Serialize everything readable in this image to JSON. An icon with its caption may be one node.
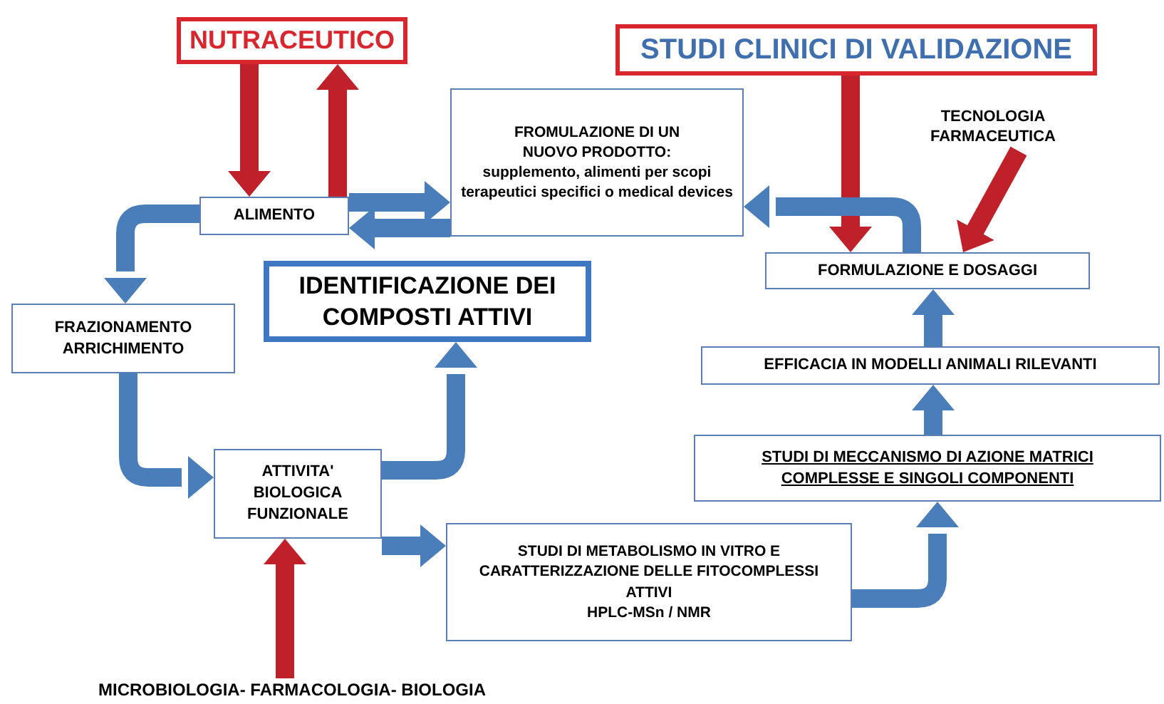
{
  "diagram": {
    "nodes": [
      {
        "text": [
          "NUTRACEUTICO"
        ]
      },
      {
        "text": [
          "STUDI CLINICI DI VALIDAZIONE"
        ]
      },
      {
        "text": [
          "FROMULAZIONE DI UN NUOVO PRODOTTO:",
          "supplemento, alimenti per scopi terapeutici specifici o medical devices"
        ]
      },
      {
        "text": [
          "TECNOLOGIA FARMACEUTICA"
        ]
      },
      {
        "text": [
          "ALIMENTO"
        ]
      },
      {
        "text": [
          "FORMULAZIONE E DOSAGGI"
        ]
      },
      {
        "text": [
          "IDENTIFICAZIONE DEI COMPOSTI ATTIVI"
        ]
      },
      {
        "text": [
          "FRAZIONAMENTO ARRICHIMENTO"
        ]
      },
      {
        "text": [
          "EFFICACIA IN MODELLI ANIMALI RILEVANTI"
        ]
      },
      {
        "text": [
          "ATTIVITA' BIOLOGICA FUNZIONALE"
        ]
      },
      {
        "text": [
          "STUDI DI MECCANISMO DI AZIONE MATRICI COMPLESSE E SINGOLI COMPONENTI"
        ]
      },
      {
        "text": [
          "STUDI DI METABOLISMO IN VITRO E CARATTERIZZAZIONE DELLE FITOCOMPLESSI ATTIVI",
          "HPLC-MSn / NMR"
        ]
      },
      {
        "text": [
          "MICROBIOLOGIA- FARMACOLOGIA- BIOLOGIA"
        ]
      }
    ],
    "edges": [
      {
        "from": 0,
        "to": 4,
        "arrow": "to",
        "color": "#c0202a"
      },
      {
        "from": 4,
        "to": 0,
        "arrow": "to",
        "color": "#c0202a"
      },
      {
        "from": 4,
        "to": 2,
        "arrow": "to"
      },
      {
        "from": 2,
        "to": 4,
        "arrow": "to"
      },
      {
        "from": 1,
        "to": 5,
        "arrow": "to",
        "color": "#c0202a"
      },
      {
        "from": 3,
        "to": 5,
        "arrow": "to",
        "color": "#c0202a"
      },
      {
        "from": 5,
        "to": 2,
        "arrow": "to"
      },
      {
        "from": 4,
        "to": 7,
        "arrow": "to"
      },
      {
        "from": 7,
        "to": 9,
        "arrow": "to"
      },
      {
        "from": 9,
        "to": 6,
        "arrow": "to"
      },
      {
        "from": 9,
        "to": 11,
        "arrow": "to"
      },
      {
        "from": 11,
        "to": 10,
        "arrow": "to"
      },
      {
        "from": 10,
        "to": 8,
        "arrow": "to"
      },
      {
        "from": 8,
        "to": 5,
        "arrow": "to"
      },
      {
        "from": 12,
        "to": 9,
        "arrow": "to",
        "color": "#c0202a"
      }
    ]
  }
}
